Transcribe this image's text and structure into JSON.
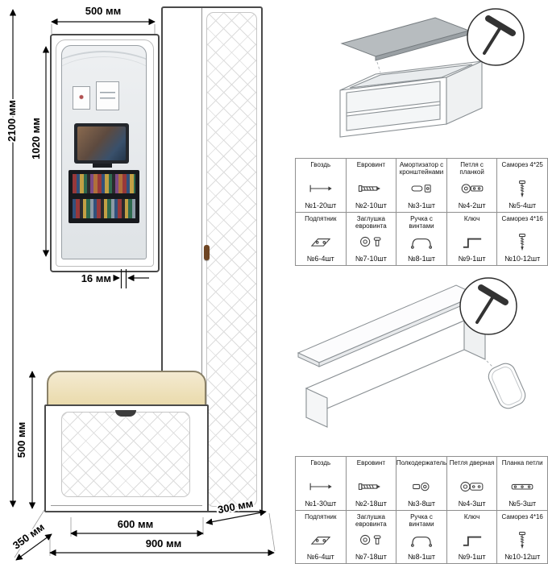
{
  "scene": {
    "dims": {
      "top_width": "500 мм",
      "total_height": "2100 мм",
      "mirror_height": "1020 мм",
      "panel_thickness": "16 мм",
      "bench_height": "500 мм",
      "depth": "350 мм",
      "bench_width": "600 мм",
      "cabinet_width": "300 мм",
      "total_width": "900 мм"
    },
    "colors": {
      "outline": "#4a4a4a",
      "cushion": "#e9d9a8",
      "wood_handle": "#6e4523",
      "pattern_line": "#dcdcdc"
    }
  },
  "hardware_tables": [
    {
      "rows": [
        [
          {
            "label": "Гвоздь",
            "qty": "№1-20шт",
            "icon": "nail"
          },
          {
            "label": "Евровинт",
            "qty": "№2-10шт",
            "icon": "euro-screw"
          },
          {
            "label": "Амортизатор с кронштейнами",
            "qty": "№3-1шт",
            "icon": "damper"
          },
          {
            "label": "Петля с планкой",
            "qty": "№4-2шт",
            "icon": "hinge-with-plate"
          },
          {
            "label": "Саморез 4*25",
            "qty": "№5-4шт",
            "icon": "screw"
          }
        ],
        [
          {
            "label": "Подпятник",
            "qty": "№6-4шт",
            "icon": "foot-pad"
          },
          {
            "label": "Заглушка евровинта",
            "qty": "№7-10шт",
            "icon": "screw-cap"
          },
          {
            "label": "Ручка с винтами",
            "qty": "№8-1шт",
            "icon": "handle"
          },
          {
            "label": "Ключ",
            "qty": "№9-1шт",
            "icon": "hex-key"
          },
          {
            "label": "Саморез 4*16",
            "qty": "№10-12шт",
            "icon": "screw"
          }
        ]
      ]
    },
    {
      "rows": [
        [
          {
            "label": "Гвоздь",
            "qty": "№1-30шт",
            "icon": "nail"
          },
          {
            "label": "Евровинт",
            "qty": "№2-18шт",
            "icon": "euro-screw"
          },
          {
            "label": "Полкодержатель",
            "qty": "№3-8шт",
            "icon": "shelf-pin"
          },
          {
            "label": "Петля дверная",
            "qty": "№4-3шт",
            "icon": "door-hinge"
          },
          {
            "label": "Планка петли",
            "qty": "№5-3шт",
            "icon": "hinge-plate"
          }
        ],
        [
          {
            "label": "Подпятник",
            "qty": "№6-4шт",
            "icon": "foot-pad"
          },
          {
            "label": "Заглушка евровинта",
            "qty": "№7-18шт",
            "icon": "screw-cap"
          },
          {
            "label": "Ручка с винтами",
            "qty": "№8-1шт",
            "icon": "handle"
          },
          {
            "label": "Ключ",
            "qty": "№9-1шт",
            "icon": "hex-key"
          },
          {
            "label": "Саморез 4*16",
            "qty": "№10-12шт",
            "icon": "screw"
          }
        ]
      ]
    }
  ]
}
